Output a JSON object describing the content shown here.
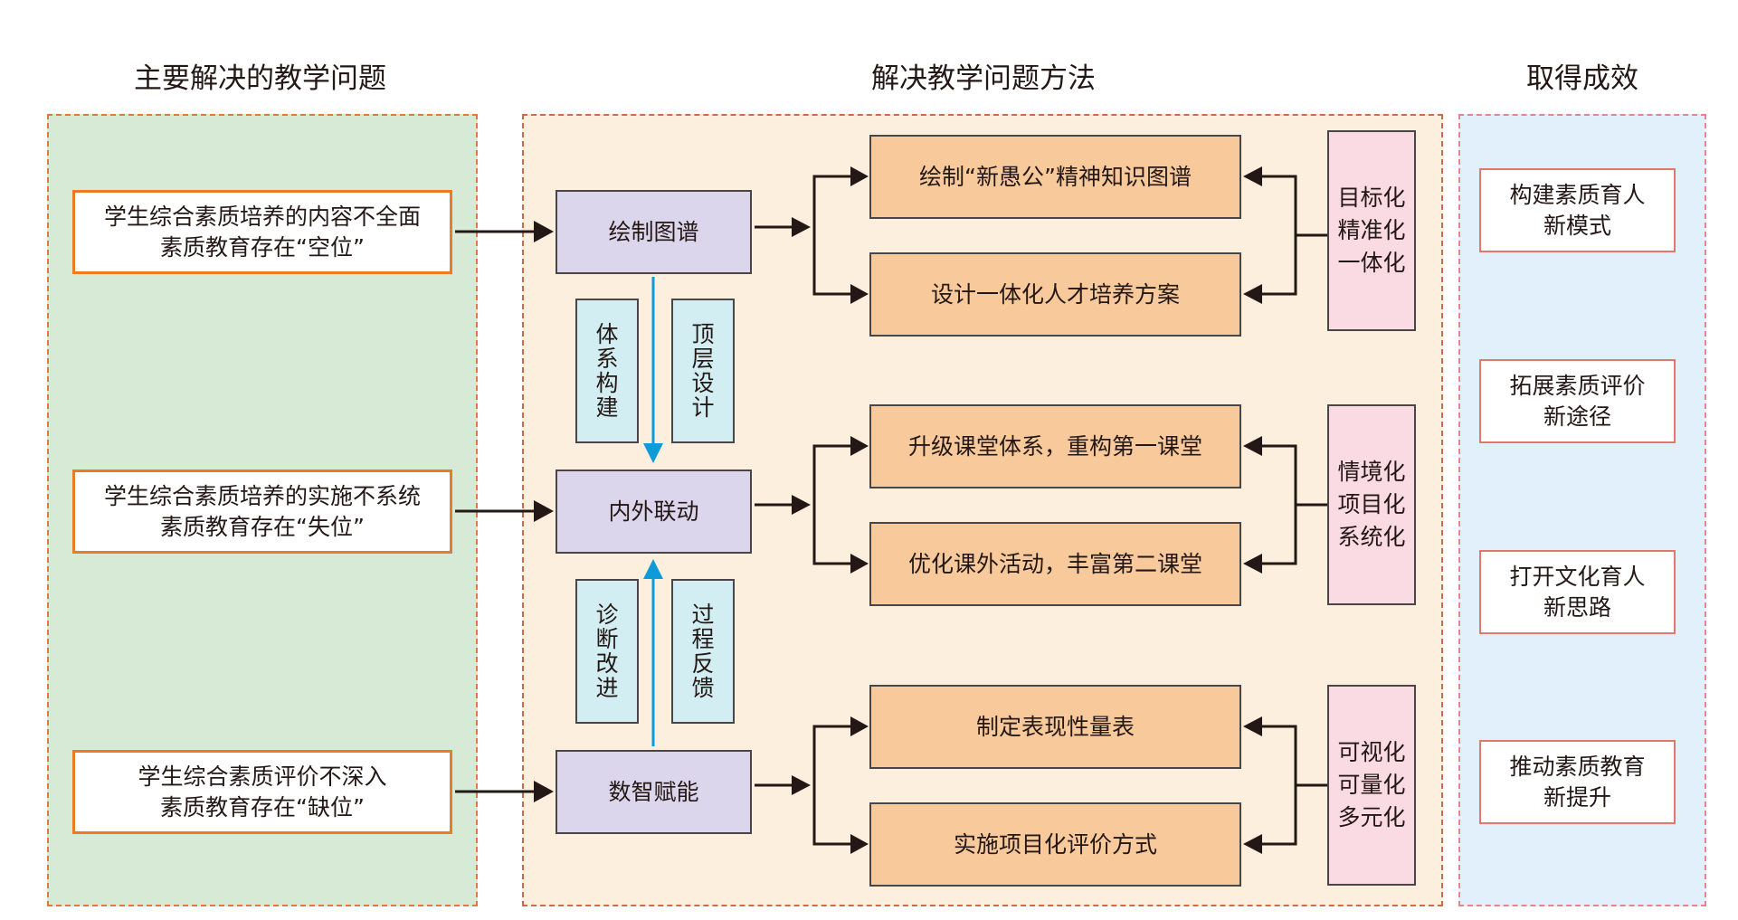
{
  "columns": {
    "problems_title": "主要解决的教学问题",
    "methods_title": "解决教学问题方法",
    "results_title": "取得成效"
  },
  "problems": [
    {
      "line1": "学生综合素质培养的内容不全面",
      "line2": "素质教育存在“空位”"
    },
    {
      "line1": "学生综合素质培养的实施不系统",
      "line2": "素质教育存在“失位”"
    },
    {
      "line1": "学生综合素质评价不深入",
      "line2": "素质教育存在“缺位”"
    }
  ],
  "methods": [
    "绘制图谱",
    "内外联动",
    "数智赋能"
  ],
  "connectors": {
    "top_left": [
      "体",
      "系",
      "构",
      "建"
    ],
    "top_right": [
      "顶",
      "层",
      "设",
      "计"
    ],
    "bottom_left": [
      "诊",
      "断",
      "改",
      "进"
    ],
    "bottom_right": [
      "过",
      "程",
      "反",
      "馈"
    ]
  },
  "actions": [
    "绘制“新愚公”精神知识图谱",
    "设计一体化人才培养方案",
    "升级课堂体系，重构第一课堂",
    "优化课外活动，丰富第二课堂",
    "制定表现性量表",
    "实施项目化评价方式"
  ],
  "traits": [
    [
      "目标化",
      "精准化",
      "一体化"
    ],
    [
      "情境化",
      "项目化",
      "系统化"
    ],
    [
      "可视化",
      "可量化",
      "多元化"
    ]
  ],
  "results": [
    {
      "line1": "构建素质育人",
      "line2": "新模式"
    },
    {
      "line1": "拓展素质评价",
      "line2": "新途径"
    },
    {
      "line1": "打开文化育人",
      "line2": "新思路"
    },
    {
      "line1": "推动素质教育",
      "line2": "新提升"
    }
  ],
  "colors": {
    "panel_left_fill": "#d6ead5",
    "panel_middle_fill": "#fdefdd",
    "panel_right_fill": "#e1f0fb",
    "flow_arrow": "#0f9bd7",
    "connector": "#231815"
  }
}
